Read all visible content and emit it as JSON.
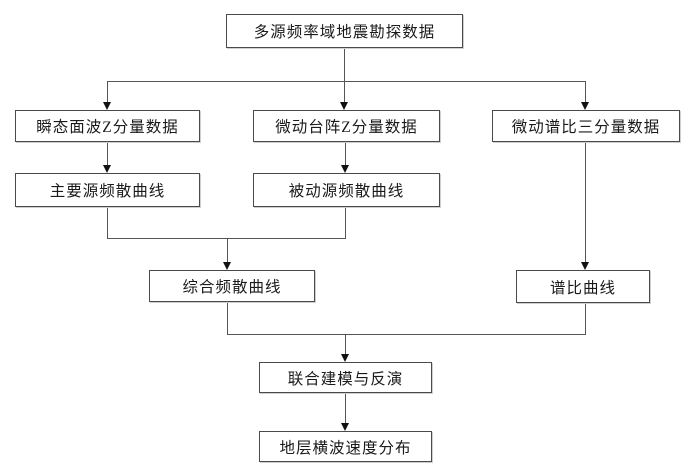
{
  "diagram": {
    "type": "flowchart",
    "nodes": {
      "source": {
        "label": "多源频率域地震勘探数据"
      },
      "transient": {
        "label": "瞬态面波Z分量数据"
      },
      "array": {
        "label": "微动台阵Z分量数据"
      },
      "hvsr_data": {
        "label": "微动谱比三分量数据"
      },
      "active": {
        "label": "主要源频散曲线"
      },
      "passive": {
        "label": "被动源频散曲线"
      },
      "merged": {
        "label": "综合频散曲线"
      },
      "hvsr": {
        "label": "谱比曲线"
      },
      "inversion": {
        "label": "联合建模与反演"
      },
      "result": {
        "label": "地层横波速度分布"
      }
    },
    "edges": [
      {
        "from": "source",
        "to": "transient"
      },
      {
        "from": "source",
        "to": "array"
      },
      {
        "from": "source",
        "to": "hvsr_data"
      },
      {
        "from": "transient",
        "to": "active"
      },
      {
        "from": "array",
        "to": "passive"
      },
      {
        "from": "hvsr_data",
        "to": "hvsr"
      },
      {
        "from": "active",
        "to": "merged"
      },
      {
        "from": "passive",
        "to": "merged"
      },
      {
        "from": "merged",
        "to": "inversion"
      },
      {
        "from": "hvsr",
        "to": "inversion"
      },
      {
        "from": "inversion",
        "to": "result"
      }
    ],
    "colors": {
      "background": "#ffffff",
      "box_border": "#4a4a4a",
      "line": "#555555",
      "arrowhead": "#111111",
      "text": "#1a1a1a"
    }
  }
}
